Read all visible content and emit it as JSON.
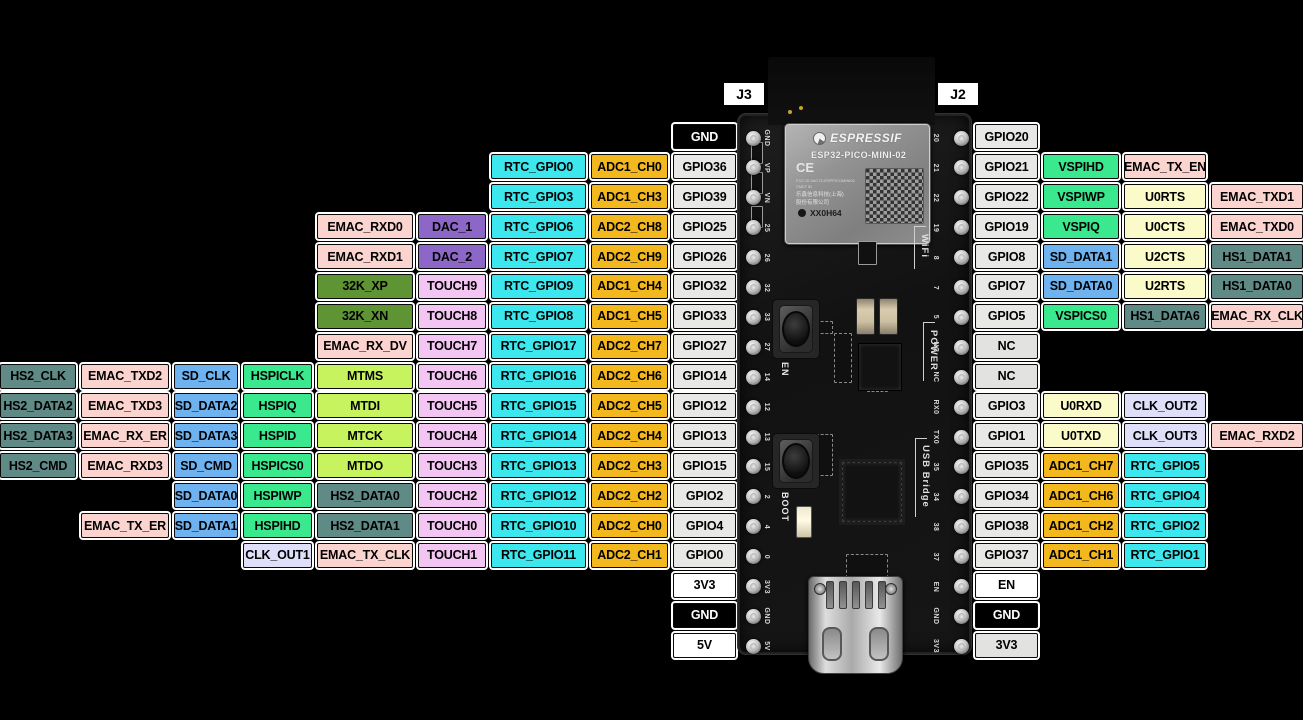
{
  "diagram": {
    "background": "#000000",
    "connectors": {
      "left": "J3",
      "right": "J2"
    },
    "colors": {
      "gpio": "#e8e8e6",
      "nc": "#e2e2e0",
      "power": "#ffffff",
      "ground": "#000000",
      "rtc": "#3ce8ee",
      "adc": "#f4b81f",
      "touch": "#f2c5f2",
      "dac": "#8d67c8",
      "xtal": "#5f9434",
      "emac": "#fbd4cf",
      "hs": "#5f8a85",
      "sd": "#6eb2f0",
      "spi": "#3ae98d",
      "jtag": "#c6f35e",
      "uart": "#fbfbc9",
      "clk": "#dfdff9"
    },
    "left_rows": [
      [
        [
          "GND",
          "ground",
          9
        ]
      ],
      [
        [
          "RTC_GPIO0",
          "rtc",
          7
        ],
        [
          "ADC1_CH0",
          "adc",
          8
        ],
        [
          "GPIO36",
          "gpio",
          9
        ]
      ],
      [
        [
          "RTC_GPIO3",
          "rtc",
          7
        ],
        [
          "ADC1_CH3",
          "adc",
          8
        ],
        [
          "GPIO39",
          "gpio",
          9
        ]
      ],
      [
        [
          "EMAC_RXD0",
          "emac",
          5
        ],
        [
          "DAC_1",
          "dac",
          6
        ],
        [
          "RTC_GPIO6",
          "rtc",
          7
        ],
        [
          "ADC2_CH8",
          "adc",
          8
        ],
        [
          "GPIO25",
          "gpio",
          9
        ]
      ],
      [
        [
          "EMAC_RXD1",
          "emac",
          5
        ],
        [
          "DAC_2",
          "dac",
          6
        ],
        [
          "RTC_GPIO7",
          "rtc",
          7
        ],
        [
          "ADC2_CH9",
          "adc",
          8
        ],
        [
          "GPIO26",
          "gpio",
          9
        ]
      ],
      [
        [
          "32K_XP",
          "xtal",
          5
        ],
        [
          "TOUCH9",
          "touch",
          6
        ],
        [
          "RTC_GPIO9",
          "rtc",
          7
        ],
        [
          "ADC1_CH4",
          "adc",
          8
        ],
        [
          "GPIO32",
          "gpio",
          9
        ]
      ],
      [
        [
          "32K_XN",
          "xtal",
          5
        ],
        [
          "TOUCH8",
          "touch",
          6
        ],
        [
          "RTC_GPIO8",
          "rtc",
          7
        ],
        [
          "ADC1_CH5",
          "adc",
          8
        ],
        [
          "GPIO33",
          "gpio",
          9
        ]
      ],
      [
        [
          "EMAC_RX_DV",
          "emac",
          5
        ],
        [
          "TOUCH7",
          "touch",
          6
        ],
        [
          "RTC_GPIO17",
          "rtc",
          7
        ],
        [
          "ADC2_CH7",
          "adc",
          8
        ],
        [
          "GPIO27",
          "gpio",
          9
        ]
      ],
      [
        [
          "HS2_CLK",
          "hs",
          1
        ],
        [
          "EMAC_TXD2",
          "emac",
          2
        ],
        [
          "SD_CLK",
          "sd",
          3
        ],
        [
          "HSPICLK",
          "spi",
          4
        ],
        [
          "MTMS",
          "jtag",
          5
        ],
        [
          "TOUCH6",
          "touch",
          6
        ],
        [
          "RTC_GPIO16",
          "rtc",
          7
        ],
        [
          "ADC2_CH6",
          "adc",
          8
        ],
        [
          "GPIO14",
          "gpio",
          9
        ]
      ],
      [
        [
          "HS2_DATA2",
          "hs",
          1
        ],
        [
          "EMAC_TXD3",
          "emac",
          2
        ],
        [
          "SD_DATA2",
          "sd",
          3
        ],
        [
          "HSPIQ",
          "spi",
          4
        ],
        [
          "MTDI",
          "jtag",
          5
        ],
        [
          "TOUCH5",
          "touch",
          6
        ],
        [
          "RTC_GPIO15",
          "rtc",
          7
        ],
        [
          "ADC2_CH5",
          "adc",
          8
        ],
        [
          "GPIO12",
          "gpio",
          9
        ]
      ],
      [
        [
          "HS2_DATA3",
          "hs",
          1
        ],
        [
          "EMAC_RX_ER",
          "emac",
          2
        ],
        [
          "SD_DATA3",
          "sd",
          3
        ],
        [
          "HSPID",
          "spi",
          4
        ],
        [
          "MTCK",
          "jtag",
          5
        ],
        [
          "TOUCH4",
          "touch",
          6
        ],
        [
          "RTC_GPIO14",
          "rtc",
          7
        ],
        [
          "ADC2_CH4",
          "adc",
          8
        ],
        [
          "GPIO13",
          "gpio",
          9
        ]
      ],
      [
        [
          "HS2_CMD",
          "hs",
          1
        ],
        [
          "EMAC_RXD3",
          "emac",
          2
        ],
        [
          "SD_CMD",
          "sd",
          3
        ],
        [
          "HSPICS0",
          "spi",
          4
        ],
        [
          "MTDO",
          "jtag",
          5
        ],
        [
          "TOUCH3",
          "touch",
          6
        ],
        [
          "RTC_GPIO13",
          "rtc",
          7
        ],
        [
          "ADC2_CH3",
          "adc",
          8
        ],
        [
          "GPIO15",
          "gpio",
          9
        ]
      ],
      [
        [
          "SD_DATA0",
          "sd",
          3
        ],
        [
          "HSPIWP",
          "spi",
          4
        ],
        [
          "HS2_DATA0",
          "hs",
          5
        ],
        [
          "TOUCH2",
          "touch",
          6
        ],
        [
          "RTC_GPIO12",
          "rtc",
          7
        ],
        [
          "ADC2_CH2",
          "adc",
          8
        ],
        [
          "GPIO2",
          "gpio",
          9
        ]
      ],
      [
        [
          "EMAC_TX_ER",
          "emac",
          2
        ],
        [
          "SD_DATA1",
          "sd",
          3
        ],
        [
          "HSPIHD",
          "spi",
          4
        ],
        [
          "HS2_DATA1",
          "hs",
          5
        ],
        [
          "TOUCH0",
          "touch",
          6
        ],
        [
          "RTC_GPIO10",
          "rtc",
          7
        ],
        [
          "ADC2_CH0",
          "adc",
          8
        ],
        [
          "GPIO4",
          "gpio",
          9
        ]
      ],
      [
        [
          "CLK_OUT1",
          "clk",
          4
        ],
        [
          "EMAC_TX_CLK",
          "emac",
          5
        ],
        [
          "TOUCH1",
          "touch",
          6
        ],
        [
          "RTC_GPIO11",
          "rtc",
          7
        ],
        [
          "ADC2_CH1",
          "adc",
          8
        ],
        [
          "GPIO0",
          "gpio",
          9
        ]
      ],
      [
        [
          "3V3",
          "power",
          9
        ]
      ],
      [
        [
          "GND",
          "ground",
          9
        ]
      ],
      [
        [
          "5V",
          "power",
          9
        ]
      ]
    ],
    "right_rows": [
      [
        [
          "GPIO20",
          "gpio",
          1
        ]
      ],
      [
        [
          "GPIO21",
          "gpio",
          1
        ],
        [
          "VSPIHD",
          "spi",
          2
        ],
        [
          "EMAC_TX_EN",
          "emac",
          3
        ]
      ],
      [
        [
          "GPIO22",
          "gpio",
          1
        ],
        [
          "VSPIWP",
          "spi",
          2
        ],
        [
          "U0RTS",
          "uart",
          3
        ],
        [
          "EMAC_TXD1",
          "emac",
          4
        ]
      ],
      [
        [
          "GPIO19",
          "gpio",
          1
        ],
        [
          "VSPIQ",
          "spi",
          2
        ],
        [
          "U0CTS",
          "uart",
          3
        ],
        [
          "EMAC_TXD0",
          "emac",
          4
        ]
      ],
      [
        [
          "GPIO8",
          "gpio",
          1
        ],
        [
          "SD_DATA1",
          "sd",
          2
        ],
        [
          "U2CTS",
          "uart",
          3
        ],
        [
          "HS1_DATA1",
          "hs",
          4
        ]
      ],
      [
        [
          "GPIO7",
          "gpio",
          1
        ],
        [
          "SD_DATA0",
          "sd",
          2
        ],
        [
          "U2RTS",
          "uart",
          3
        ],
        [
          "HS1_DATA0",
          "hs",
          4
        ]
      ],
      [
        [
          "GPIO5",
          "gpio",
          1
        ],
        [
          "VSPICS0",
          "spi",
          2
        ],
        [
          "HS1_DATA6",
          "hs",
          3
        ],
        [
          "EMAC_RX_CLK",
          "emac",
          4
        ]
      ],
      [
        [
          "NC",
          "nc",
          1
        ]
      ],
      [
        [
          "NC",
          "nc",
          1
        ]
      ],
      [
        [
          "GPIO3",
          "gpio",
          1
        ],
        [
          "U0RXD",
          "uart",
          2
        ],
        [
          "CLK_OUT2",
          "clk",
          3
        ]
      ],
      [
        [
          "GPIO1",
          "gpio",
          1
        ],
        [
          "U0TXD",
          "uart",
          2
        ],
        [
          "CLK_OUT3",
          "clk",
          3
        ],
        [
          "EMAC_RXD2",
          "emac",
          4
        ]
      ],
      [
        [
          "GPIO35",
          "gpio",
          1
        ],
        [
          "ADC1_CH7",
          "adc",
          2
        ],
        [
          "RTC_GPIO5",
          "rtc",
          3
        ]
      ],
      [
        [
          "GPIO34",
          "gpio",
          1
        ],
        [
          "ADC1_CH6",
          "adc",
          2
        ],
        [
          "RTC_GPIO4",
          "rtc",
          3
        ]
      ],
      [
        [
          "GPIO38",
          "gpio",
          1
        ],
        [
          "ADC1_CH2",
          "adc",
          2
        ],
        [
          "RTC_GPIO2",
          "rtc",
          3
        ]
      ],
      [
        [
          "GPIO37",
          "gpio",
          1
        ],
        [
          "ADC1_CH1",
          "adc",
          2
        ],
        [
          "RTC_GPIO1",
          "rtc",
          3
        ]
      ],
      [
        [
          "EN",
          "power",
          1
        ]
      ],
      [
        [
          "GND",
          "ground",
          1
        ]
      ],
      [
        [
          "3V3",
          "nc",
          1
        ]
      ]
    ],
    "board": {
      "module_brand": "ESPRESSIF",
      "module_name": "ESP32-PICO-MINI-02",
      "ce_mark": "CE",
      "fcc_line": "FCC ID 2AC7Z-ESPPICOMINI02",
      "cmiit_line": "CMIIT ID",
      "cn_line1": "乐鑫信息科技(上海)",
      "cn_line2": "股份有限公司",
      "lot_code": "XX0H64",
      "button_en": "EN",
      "button_boot": "BOOT",
      "silk_wifi": "WiFi",
      "silk_power": "POWER",
      "silk_usb": "USB Bridge",
      "silk_left": [
        "GND",
        "VP",
        "VN",
        "25",
        "26",
        "32",
        "33",
        "27",
        "14",
        "12",
        "13",
        "15",
        "2",
        "4",
        "0",
        "3V3",
        "GND",
        "5V"
      ],
      "silk_right": [
        "20",
        "21",
        "22",
        "19",
        "8",
        "7",
        "5",
        "NC",
        "NC",
        "RX0",
        "TX0",
        "35",
        "34",
        "38",
        "37",
        "EN",
        "GND",
        "3V3"
      ]
    }
  }
}
